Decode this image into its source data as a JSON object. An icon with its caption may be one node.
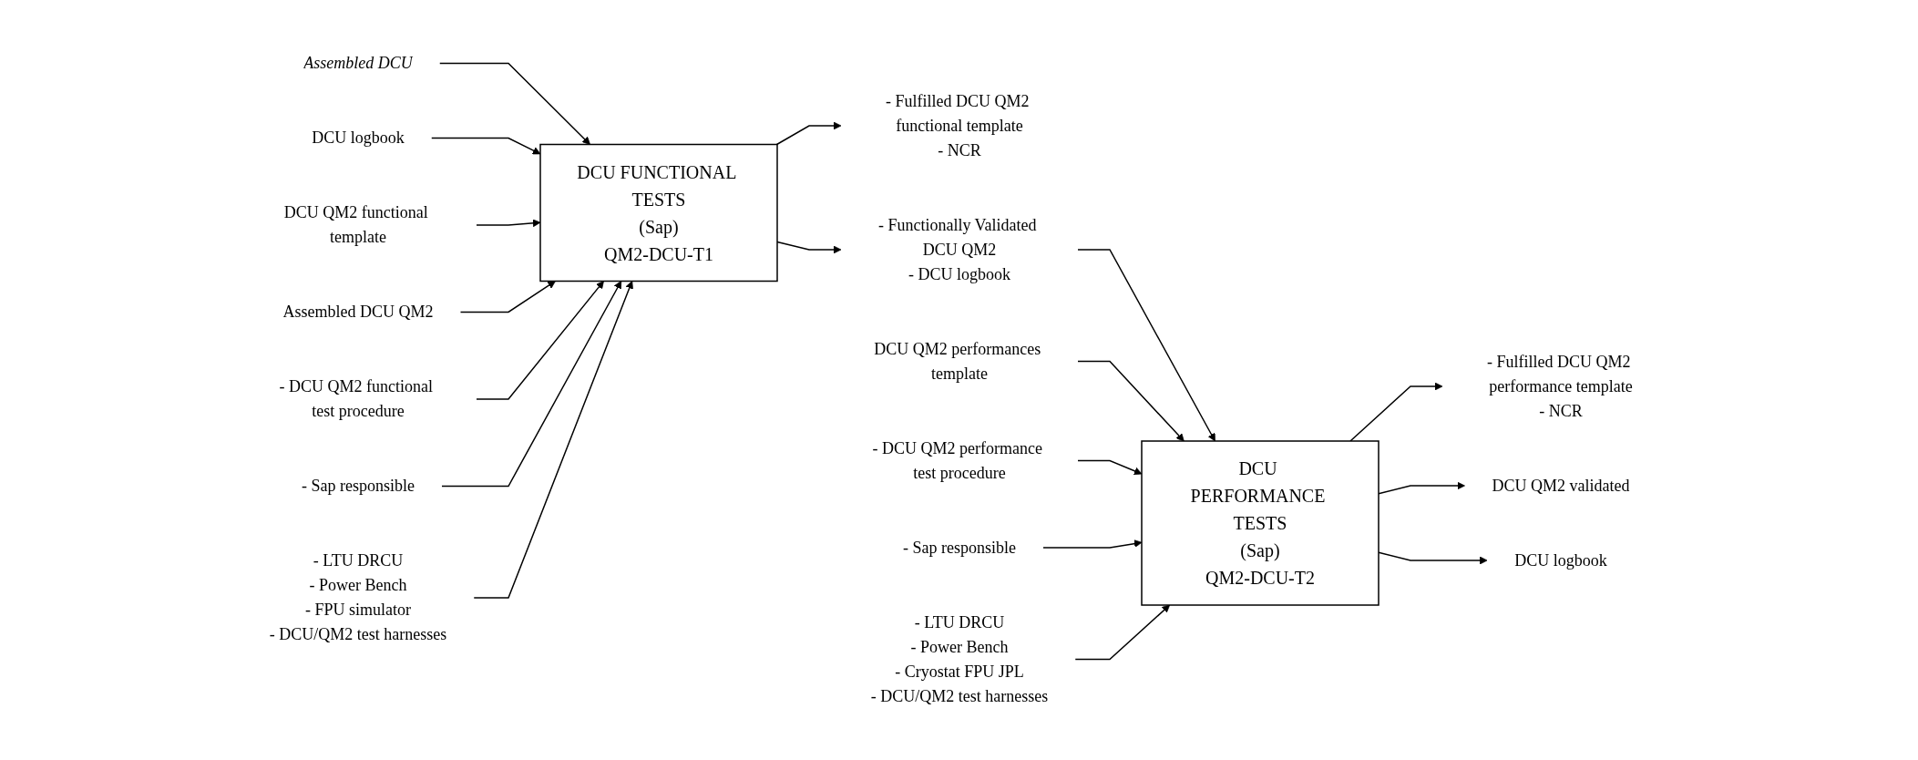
{
  "diagram": {
    "nodes": [
      {
        "text": [
          "Assembled DCU"
        ]
      },
      {
        "text": [
          "DCU FUNCTIONAL TESTS",
          "(Sap)",
          "QM2-DCU-T1"
        ]
      },
      {
        "text": [
          "DCU logbook"
        ]
      },
      {
        "text": [
          "DCU QM2 functional template"
        ]
      },
      {
        "text": [
          "Assembled DCU QM2"
        ]
      },
      {
        "text": [
          "- Fulfilled DCU QM2 functional template",
          "- NCR"
        ]
      },
      {
        "text": [
          "- Functionally Validated DCU QM2",
          "- DCU logbook"
        ]
      },
      {
        "text": [
          "- DCU QM2 functional test procedure"
        ]
      },
      {
        "text": [
          "- Sap responsible"
        ]
      },
      {
        "text": [
          "- LTU DRCU",
          "- Power Bench",
          "- FPU simulator",
          "- DCU/QM2 test harnesses"
        ]
      },
      {
        "text": [
          "DCU PERFORMANCE TESTS",
          "(Sap)",
          "QM2-DCU-T2"
        ]
      },
      {
        "text": [
          "DCU QM2 performances template"
        ]
      },
      {
        "text": [
          "- Fulfilled DCU QM2 performance template",
          "- NCR"
        ]
      },
      {
        "text": [
          "DCU QM2 validated"
        ]
      },
      {
        "text": [
          "DCU logbook"
        ]
      },
      {
        "text": [
          "- DCU QM2 performance test procedure"
        ]
      },
      {
        "text": [
          "- Sap responsible"
        ]
      },
      {
        "text": [
          "- LTU DRCU",
          "- Power Bench",
          "- Cryostat FPU JPL",
          "- DCU/QM2 test harnesses"
        ]
      }
    ],
    "edges": [
      {
        "from": 0,
        "to": 1,
        "arrow": "to"
      },
      {
        "from": 2,
        "to": 1,
        "arrow": "to"
      },
      {
        "from": 3,
        "to": 1,
        "arrow": "to"
      },
      {
        "from": 4,
        "to": 1,
        "arrow": "to"
      },
      {
        "from": 1,
        "to": 5,
        "arrow": "to"
      },
      {
        "from": 1,
        "to": 6,
        "arrow": "to"
      },
      {
        "from": 7,
        "to": 1,
        "arrow": "to"
      },
      {
        "from": 8,
        "to": 1,
        "arrow": "to"
      },
      {
        "from": 9,
        "to": 1,
        "arrow": "to"
      },
      {
        "from": 6,
        "to": 10,
        "arrow": "to"
      },
      {
        "from": 11,
        "to": 10,
        "arrow": "to"
      },
      {
        "from": 10,
        "to": 12,
        "arrow": "to"
      },
      {
        "from": 10,
        "to": 13,
        "arrow": "to"
      },
      {
        "from": 10,
        "to": 14,
        "arrow": "to"
      },
      {
        "from": 15,
        "to": 10,
        "arrow": "to"
      },
      {
        "from": 16,
        "to": 10,
        "arrow": "to"
      },
      {
        "from": 17,
        "to": 10,
        "arrow": "to"
      }
    ]
  }
}
